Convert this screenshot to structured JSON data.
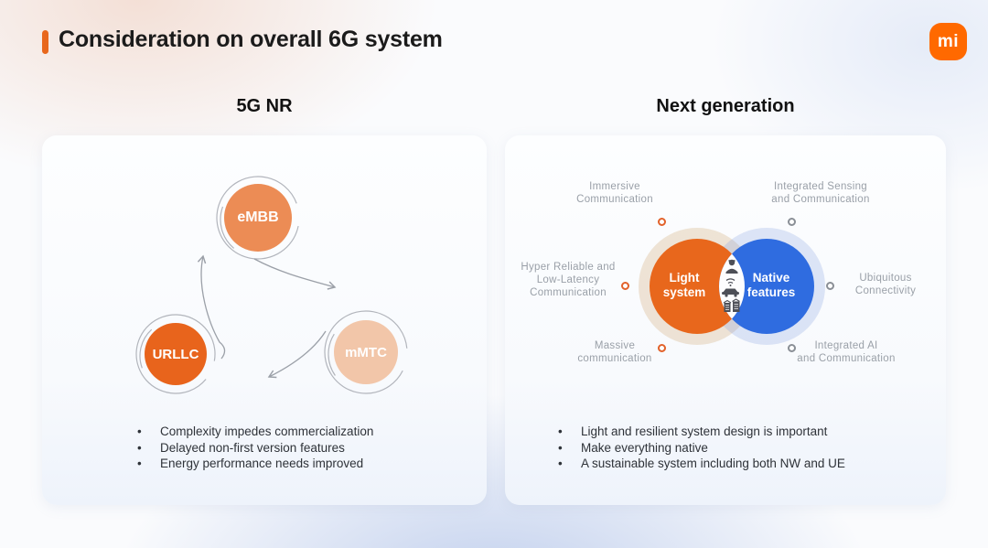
{
  "slide": {
    "title": "Consideration on overall 6G system",
    "logo": "mi"
  },
  "left_panel": {
    "header": "5G NR",
    "circles": [
      {
        "label": "eMBB",
        "color": "#EC8C55"
      },
      {
        "label": "URLLC",
        "color": "#E8641C"
      },
      {
        "label": "mMTC",
        "color": "#F2C6A9"
      }
    ],
    "bullets": [
      "Complexity impedes commercialization",
      "Delayed non-first version features",
      "Energy performance needs improved"
    ]
  },
  "right_panel": {
    "header": "Next generation",
    "venn": {
      "left_circle": {
        "lines": [
          "Light",
          "system"
        ],
        "color": "#E8671C"
      },
      "right_circle": {
        "lines": [
          "Native",
          "features"
        ],
        "color": "#2F6CE0"
      },
      "intersection_icons": [
        "person-icon",
        "connected-car-icon",
        "buildings-icon"
      ]
    },
    "labels": [
      {
        "lines": [
          "Immersive",
          "Communication"
        ],
        "dot_color": "#E2622B"
      },
      {
        "lines": [
          "Integrated Sensing",
          "and Communication"
        ],
        "dot_color": "#8A8F96"
      },
      {
        "lines": [
          "Hyper Reliable and",
          "Low-Latency",
          "Communication"
        ],
        "dot_color": "#E2622B"
      },
      {
        "lines": [
          "Ubiquitous",
          "Connectivity"
        ],
        "dot_color": "#8A8F96"
      },
      {
        "lines": [
          "Massive",
          "communication"
        ],
        "dot_color": "#E2622B"
      },
      {
        "lines": [
          "Integrated AI",
          "and Communication"
        ],
        "dot_color": "#8A8F96"
      }
    ],
    "bullets": [
      "Light and resilient system design is important",
      "Make everything native",
      "A sustainable system including both NW and UE"
    ]
  },
  "colors": {
    "accent_orange": "#E8671C",
    "logo_orange": "#FF6900",
    "venn_blue": "#2F6CE0",
    "label_gray": "#9AA0A8",
    "bg_pink": "#F6EAE4",
    "bg_blue": "#C9D4EE"
  }
}
